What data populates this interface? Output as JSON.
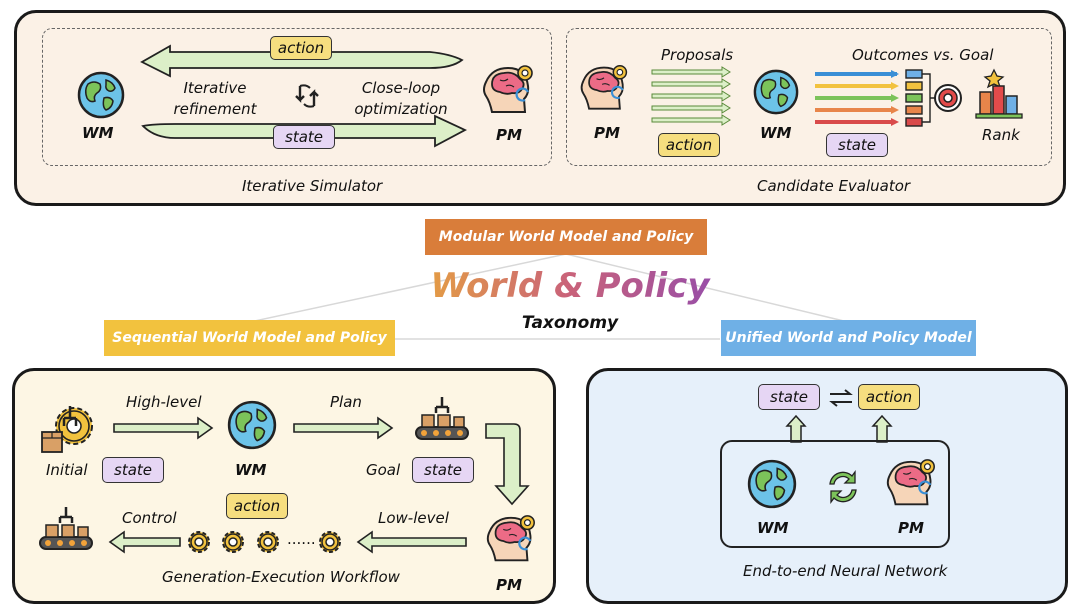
{
  "center": {
    "title": "World & Policy",
    "subtitle": "Taxonomy",
    "modular_label": "Modular World Model and Policy",
    "sequential_label": "Sequential World Model and Policy",
    "unified_label": "Unified World and Policy Model"
  },
  "iterative": {
    "caption": "Iterative Simulator",
    "wm": "WM",
    "pm": "PM",
    "action": "action",
    "state": "state",
    "left_text": "Iterative\nrefinement",
    "right_text": "Close-loop\noptimization"
  },
  "candidate": {
    "caption": "Candidate Evaluator",
    "pm": "PM",
    "wm": "WM",
    "proposals": "Proposals",
    "outcomes": "Outcomes vs. Goal",
    "action": "action",
    "state": "state",
    "rank": "Rank"
  },
  "sequential": {
    "caption": "Generation-Execution Workflow",
    "initial": "Initial",
    "state1": "state",
    "high_level": "High-level",
    "wm": "WM",
    "plan": "Plan",
    "goal": "Goal",
    "state2": "state",
    "pm": "PM",
    "low_level": "Low-level",
    "action": "action",
    "control": "Control",
    "dots": "......"
  },
  "unified": {
    "caption": "End-to-end Neural Network",
    "state": "state",
    "action": "action",
    "wm": "WM",
    "pm": "PM"
  },
  "colors": {
    "modular": "#d97d3a",
    "sequential": "#f2c23e",
    "unified": "#6fb0e6",
    "top_panel_bg": "#fbf1e6",
    "seq_panel_bg": "#fdf6e4",
    "uni_panel_bg": "#e6f0fa",
    "arrow_fill": "#dcefc8",
    "state_bg": "#e6d6f4",
    "action_bg": "#f6de7f"
  },
  "icons": [
    "globe-icon",
    "brain-head-icon",
    "gear-icon",
    "robot-arm-icon",
    "conveyor-icon",
    "target-icon",
    "rank-chart-icon",
    "sync-icon",
    "cycle-icon"
  ]
}
